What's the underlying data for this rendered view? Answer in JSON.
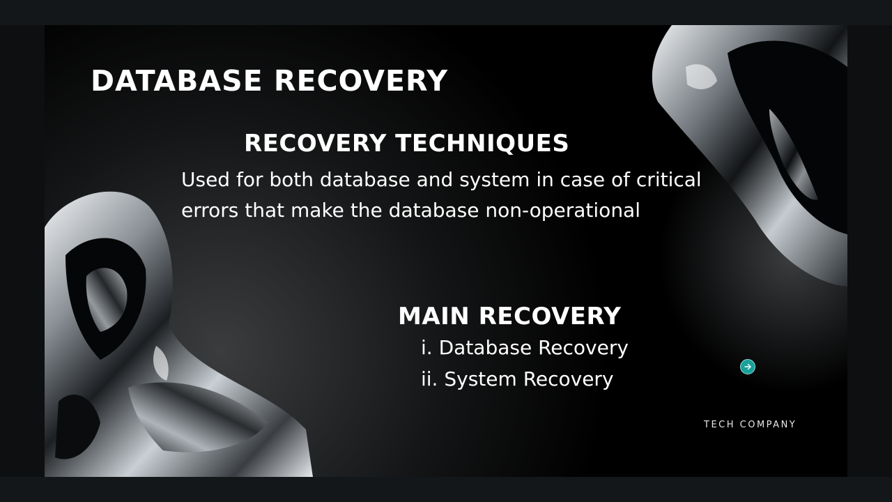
{
  "slide": {
    "title": "DATABASE RECOVERY",
    "subtitle": "RECOVERY TECHNIQUES",
    "body": "Used for both database and system in case of critical errors that make the database non-operational",
    "section_title": "MAIN RECOVERY",
    "list": [
      {
        "marker": "i.",
        "label": "Database Recovery"
      },
      {
        "marker": "ii.",
        "label": "System Recovery"
      }
    ],
    "footer": "TECH COMPANY"
  },
  "icons": {
    "next": "arrow-right-circle-icon"
  },
  "colors": {
    "background": "#000000",
    "text": "#ffffff",
    "accent": "#19a09a"
  }
}
